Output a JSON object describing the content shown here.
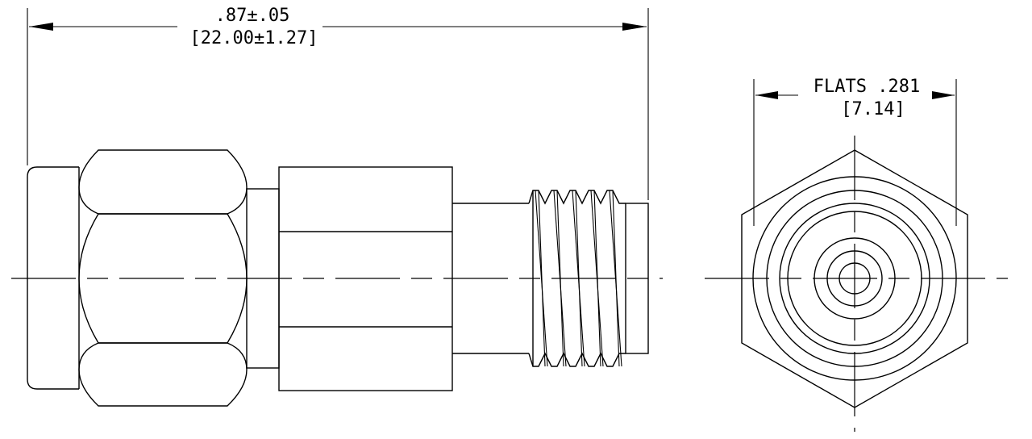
{
  "dimensions": {
    "overall_length": ".87±.05",
    "overall_length_mm": "[22.00±1.27]",
    "flats": "FLATS .281",
    "flats_mm": "[7.14]"
  },
  "colors": {
    "ink": "#000000",
    "paper": "#ffffff"
  }
}
